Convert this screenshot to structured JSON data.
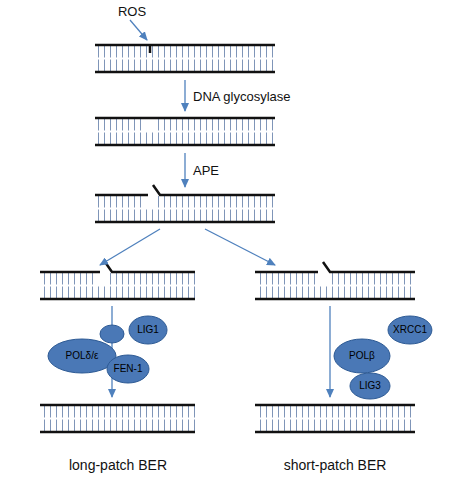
{
  "diagram": {
    "nodes": [
      {
        "text": [
          "POLδ/ε"
        ]
      },
      {
        "text": [
          "LIG1"
        ]
      },
      {
        "text": [
          "FEN-1"
        ]
      },
      {
        "text": [
          "POLβ"
        ]
      },
      {
        "text": [
          "XRCC1"
        ]
      },
      {
        "text": [
          "LIG3"
        ]
      }
    ],
    "labels": [
      "ROS",
      "DNA glycosylase",
      "APE",
      "long-patch BER",
      "short-patch BER"
    ]
  }
}
